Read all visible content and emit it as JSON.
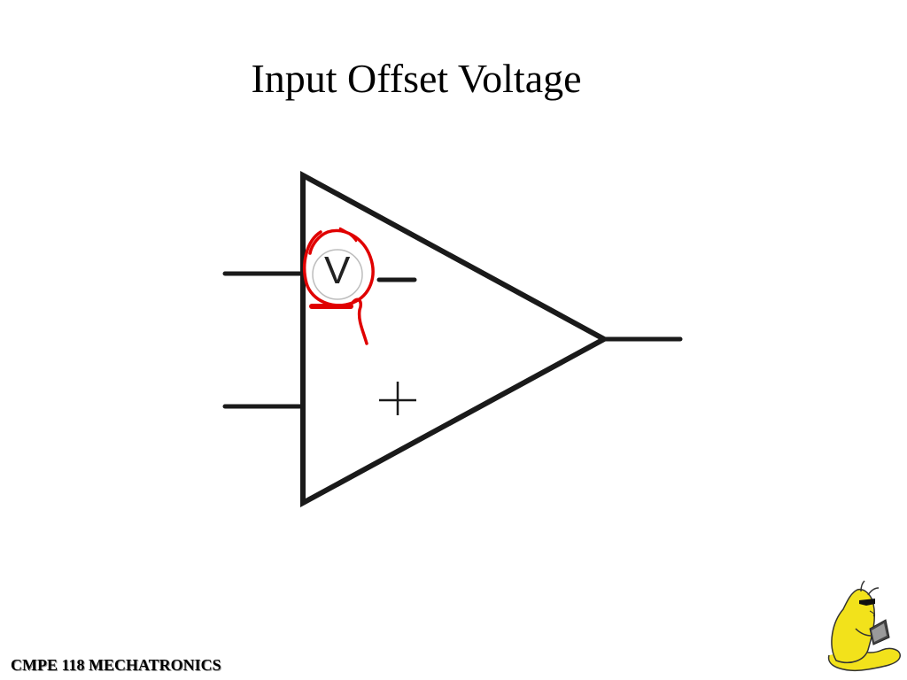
{
  "slide": {
    "title": "Input Offset Voltage",
    "footer": "CMPE 118 MECHATRONICS"
  },
  "diagram": {
    "inverting_label": "V",
    "noninverting_symbol": "+",
    "annotation_color": "#e00000",
    "line_color": "#1a1a1a"
  },
  "logo": {
    "icon": "slug-mascot-icon"
  }
}
